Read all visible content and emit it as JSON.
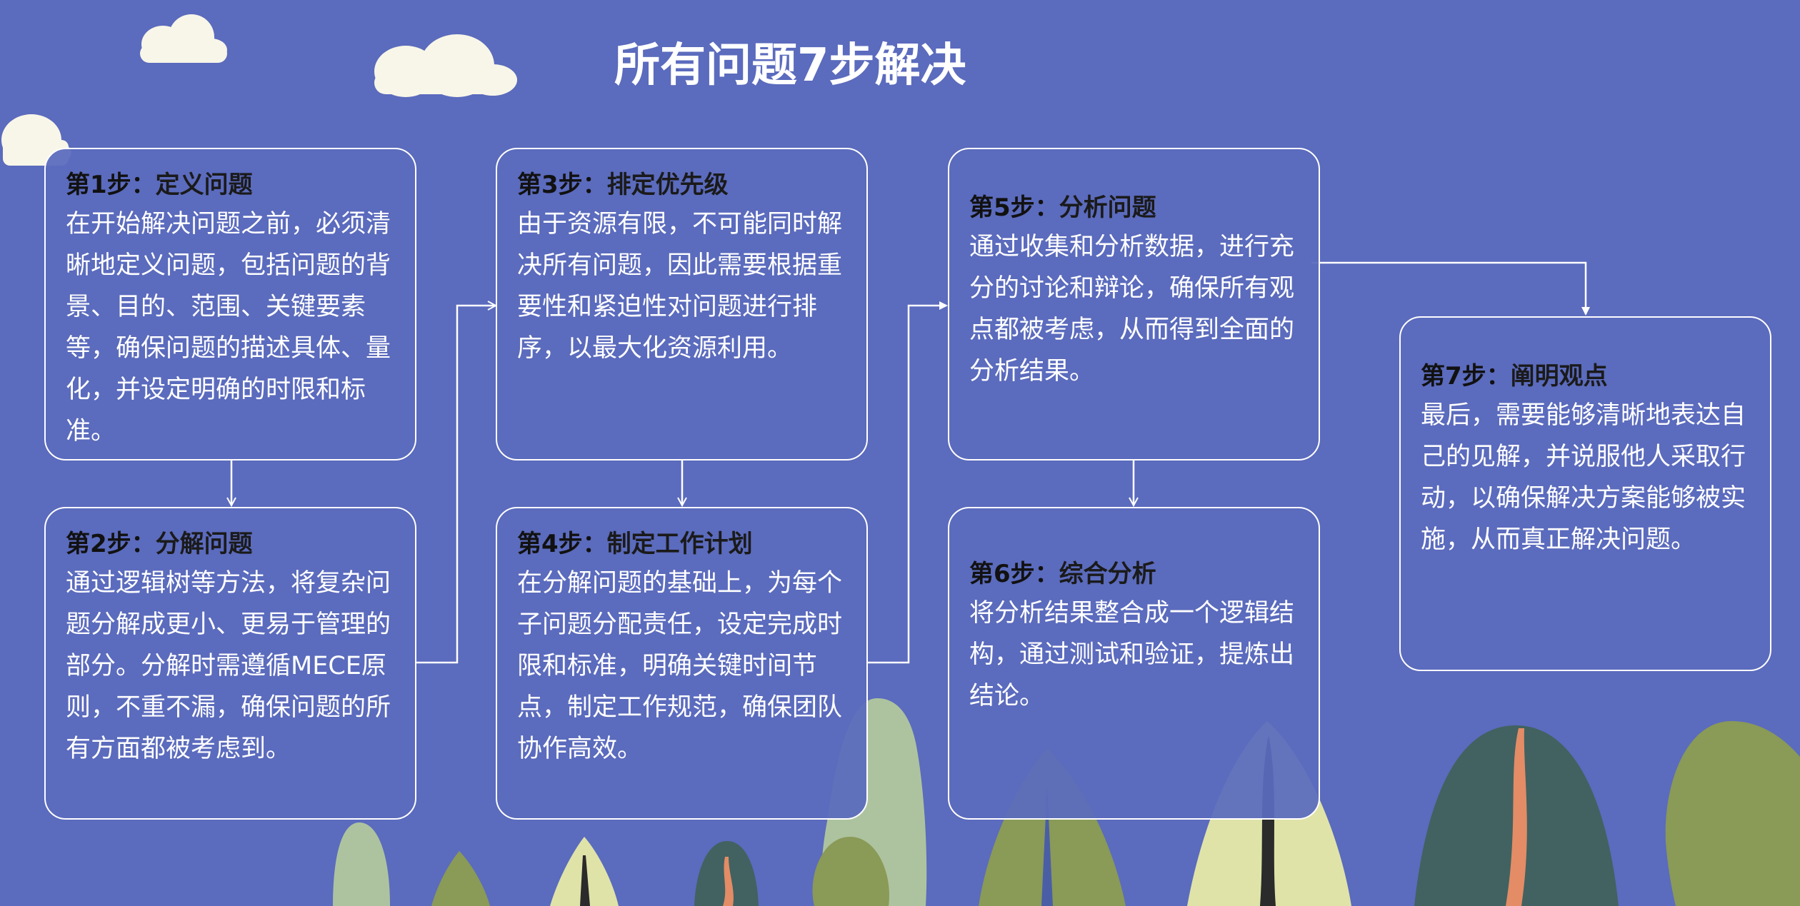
{
  "title": "所有问题7步解决",
  "steps": [
    {
      "prefix": "第1步：",
      "name": "定义问题",
      "text": "在开始解决问题之前，必须清晰地定义问题，包括问题的背景、目的、范围、关键要素等，确保问题的描述具体、量化，并设定明确的时限和标准。"
    },
    {
      "prefix": "第2步：",
      "name": "分解问题",
      "text": "通过逻辑树等方法，将复杂问题分解成更小、更易于管理的部分。分解时需遵循MECE原则，不重不漏，确保问题的所有方面都被考虑到。"
    },
    {
      "prefix": "第3步：",
      "name": "排定优先级",
      "text": "由于资源有限，不可能同时解决所有问题，因此需要根据重要性和紧迫性对问题进行排序，以最大化资源利用。"
    },
    {
      "prefix": "第4步：",
      "name": "制定工作计划",
      "text": "在分解问题的基础上，为每个子问题分配责任，设定完成时限和标准，明确关键时间节点，制定工作规范，确保团队协作高效。"
    },
    {
      "prefix": "第5步：",
      "name": "分析问题",
      "text": "通过收集和分析数据，进行充分的讨论和辩论，确保所有观点都被考虑，从而得到全面的分析结果。"
    },
    {
      "prefix": "第6步：",
      "name": "综合分析",
      "text": "将分析结果整合成一个逻辑结构，通过测试和验证，提炼出结论。"
    },
    {
      "prefix": "第7步：",
      "name": "阐明观点",
      "text": "最后，需要能够清晰地表达自己的见解，并说服他人采取行动，以确保解决方案能够被实施，从而真正解决问题。"
    }
  ],
  "colors": {
    "background": "#5b6bbd",
    "border": "#ffffff",
    "cloud": "#f8f6e8",
    "tree_olive": "#8a9a57",
    "tree_sage": "#adc39f",
    "tree_cream": "#dfe3a8",
    "tree_teal": "#416260",
    "tree_orange": "#e38c66"
  }
}
